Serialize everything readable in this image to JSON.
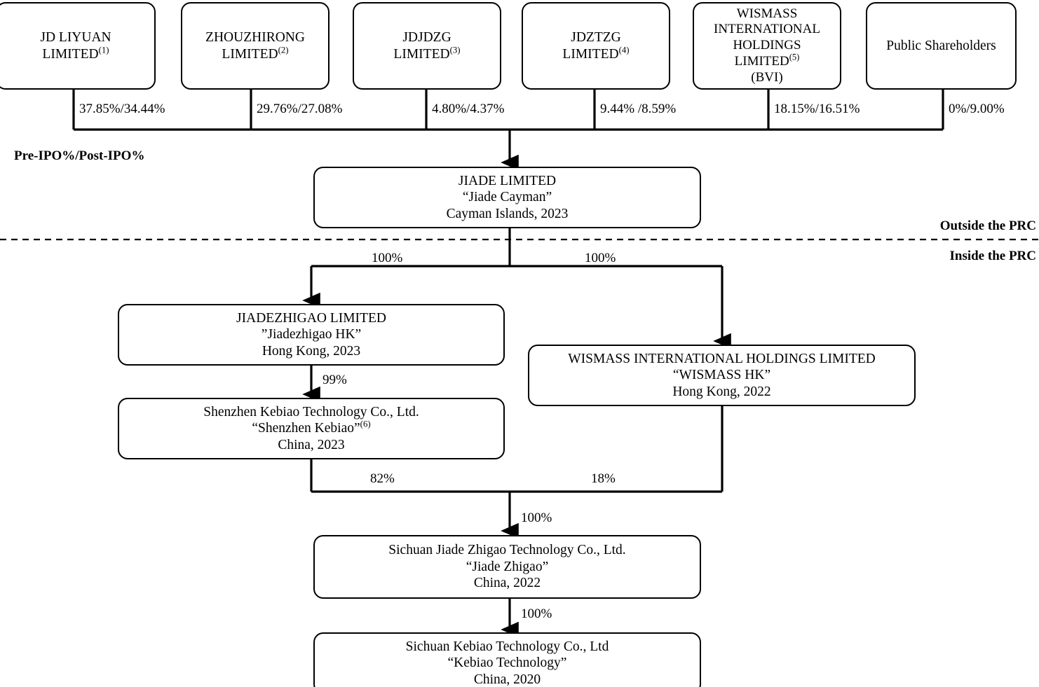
{
  "diagram": {
    "title": "Corporate Structure Chart",
    "legend": {
      "ownership_note": "Pre-IPO%/Post-IPO%",
      "outside_prc": "Outside the PRC",
      "inside_prc": "Inside the PRC"
    },
    "nodes": [
      {
        "id": "jd-liyuan",
        "lines": [
          "JD LIYUAN",
          "LIMITED"
        ],
        "superscript": "(1)"
      },
      {
        "id": "zhouzhirong",
        "lines": [
          "ZHOUZHIRONG",
          "LIMITED"
        ],
        "superscript": "(2)"
      },
      {
        "id": "jdjdzg",
        "lines": [
          "JDJDZG",
          "LIMITED"
        ],
        "superscript": "(3)"
      },
      {
        "id": "jdztzg",
        "lines": [
          "JDZTZG",
          "LIMITED"
        ],
        "superscript": "(4)"
      },
      {
        "id": "wismass-bvi",
        "lines": [
          "WISMASS",
          "INTERNATIONAL",
          "HOLDINGS",
          "LIMITED",
          "(BVI)"
        ],
        "superscript": "(5)"
      },
      {
        "id": "public-shareholders",
        "lines": [
          "Public Shareholders"
        ],
        "superscript": ""
      },
      {
        "id": "jiade-cayman",
        "lines": [
          "JIADE LIMITED",
          "“Jiade Cayman”",
          "Cayman Islands, 2023"
        ],
        "superscript": ""
      },
      {
        "id": "jiadezhigao-hk",
        "lines": [
          "JIADEZHIGAO LIMITED",
          "”Jiadezhigao HK”",
          "Hong Kong, 2023"
        ],
        "superscript": ""
      },
      {
        "id": "wismass-hk",
        "lines": [
          "WISMASS INTERNATIONAL HOLDINGS LIMITED",
          "“WISMASS HK”",
          "Hong Kong, 2022"
        ],
        "superscript": ""
      },
      {
        "id": "shenzhen-kebiao",
        "lines": [
          "Shenzhen Kebiao Technology Co., Ltd.",
          "“Shenzhen Kebiao”",
          "China, 2023"
        ],
        "superscript": "(6)"
      },
      {
        "id": "jiade-zhigao",
        "lines": [
          "Sichuan Jiade Zhigao Technology Co., Ltd.",
          "“Jiade Zhigao”",
          "China, 2022"
        ],
        "superscript": ""
      },
      {
        "id": "kebiao-technology",
        "lines": [
          "Sichuan Kebiao Technology Co., Ltd",
          "“Kebiao Technology”",
          "China, 2020"
        ],
        "superscript": ""
      }
    ],
    "edge_labels": {
      "jd_liyuan_pct": "37.85%/34.44%",
      "zhouzhirong_pct": "29.76%/27.08%",
      "jdjdzg_pct": "4.80%/4.37%",
      "jdztzg_pct": "9.44% /8.59%",
      "wismass_bvi_pct": "18.15%/16.51%",
      "public_pct": "0%/9.00%",
      "cayman_to_jiadezhigao_pct": "100%",
      "cayman_to_wismasshk_pct": "100%",
      "jiadezhigao_to_shenzhen_pct": "99%",
      "shenzhen_to_jiadezhigao_cn_pct": "82%",
      "wismasshk_to_jiadezhigao_cn_pct": "18%",
      "merged_to_jiadezhigao_cn_pct": "100%",
      "jiadezhigao_cn_to_kebiao_pct": "100%"
    },
    "colors": {
      "stroke": "#000000",
      "background": "#ffffff",
      "text": "#000000"
    }
  }
}
